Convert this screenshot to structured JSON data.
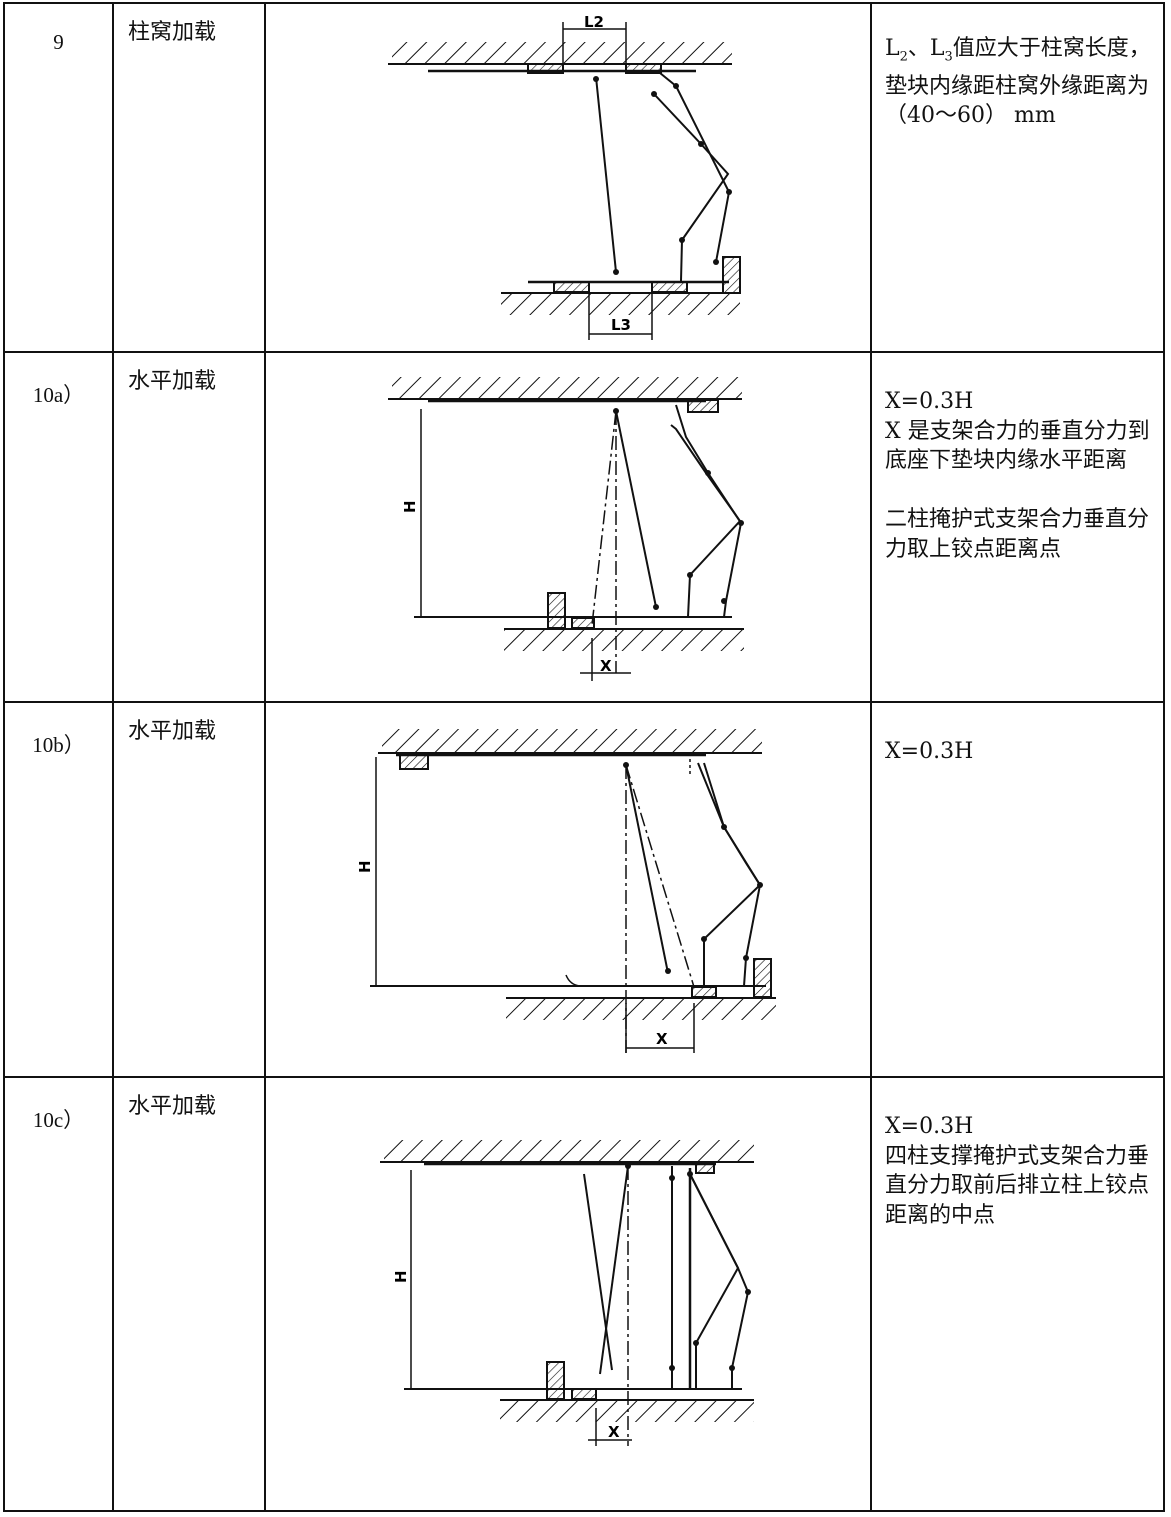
{
  "rows": [
    {
      "number": "9",
      "name": "柱窝加载",
      "note_pre": "L",
      "note_sub1": "2",
      "note_mid": "、L",
      "note_sub2": "3",
      "note_rest": "值应大于柱窝长度，垫块内缘距柱窝外缘距离为（40～60） mm",
      "figure_labels": {
        "top": "L2",
        "bottom": "L3"
      }
    },
    {
      "number": "10a）",
      "name": "水平加载",
      "note": "X=0.3H\nX 是支架合力的垂直分力到底座下垫块内缘水平距离\n\n二柱掩护式支架合力垂直分力取上铰点距离点",
      "figure_labels": {
        "height": "H",
        "offset": "X"
      }
    },
    {
      "number": "10b）",
      "name": "水平加载",
      "note": "X=0.3H",
      "figure_labels": {
        "height": "H",
        "offset": "X"
      }
    },
    {
      "number": "10c）",
      "name": "水平加载",
      "note": "X=0.3H\n四柱支撑掩护式支架合力垂直分力取前后排立柱上铰点距离的中点",
      "figure_labels": {
        "height": "H",
        "offset": "X"
      }
    }
  ]
}
